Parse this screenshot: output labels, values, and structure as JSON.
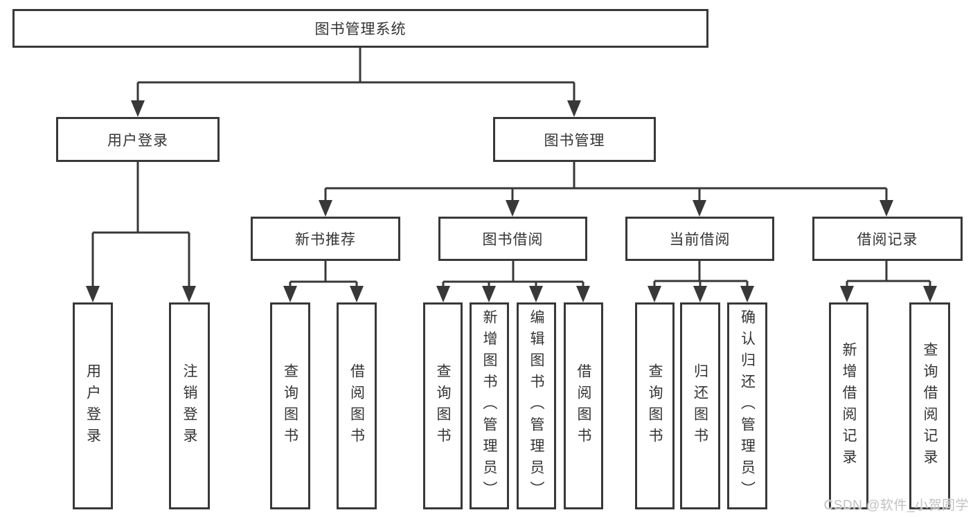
{
  "diagram": {
    "type": "tree",
    "nodes": {
      "root": {
        "label": "图书管理系统"
      },
      "user_login": {
        "label": "用户登录"
      },
      "book_mgmt": {
        "label": "图书管理"
      },
      "new_book_rec": {
        "label": "新书推荐"
      },
      "book_borrow": {
        "label": "图书借阅"
      },
      "current_borrow": {
        "label": "当前借阅"
      },
      "borrow_records": {
        "label": "借阅记录"
      },
      "leaf_user_login": {
        "label": "用户登录"
      },
      "leaf_logout": {
        "label": "注销登录"
      },
      "leaf_query_book_1": {
        "label": "查询图书"
      },
      "leaf_borrow_book_1": {
        "label": "借阅图书"
      },
      "leaf_query_book_2": {
        "label": "查询图书"
      },
      "leaf_add_book": {
        "label": "新增图书（管理员）"
      },
      "leaf_edit_book": {
        "label": "编辑图书（管理员）"
      },
      "leaf_borrow_book_2": {
        "label": "借阅图书"
      },
      "leaf_query_book_3": {
        "label": "查询图书"
      },
      "leaf_return_book": {
        "label": "归还图书"
      },
      "leaf_confirm_return": {
        "label": "确认归还（管理员）"
      },
      "leaf_add_record": {
        "label": "新增借阅记录"
      },
      "leaf_query_record": {
        "label": "查询借阅记录"
      }
    },
    "hierarchy": {
      "root": [
        "user_login",
        "book_mgmt"
      ],
      "user_login": [
        "leaf_user_login",
        "leaf_logout"
      ],
      "book_mgmt": [
        "new_book_rec",
        "book_borrow",
        "current_borrow",
        "borrow_records"
      ],
      "new_book_rec": [
        "leaf_query_book_1",
        "leaf_borrow_book_1"
      ],
      "book_borrow": [
        "leaf_query_book_2",
        "leaf_add_book",
        "leaf_edit_book",
        "leaf_borrow_book_2"
      ],
      "current_borrow": [
        "leaf_query_book_3",
        "leaf_return_book",
        "leaf_confirm_return"
      ],
      "borrow_records": [
        "leaf_add_record",
        "leaf_query_record"
      ]
    },
    "colors": {
      "line": "#383838",
      "box_border": "#383838",
      "text": "#333333",
      "background": "#ffffff",
      "watermark": "#c1c1c1"
    }
  },
  "watermark": {
    "text": "CSDN @软件_小贺同学"
  }
}
